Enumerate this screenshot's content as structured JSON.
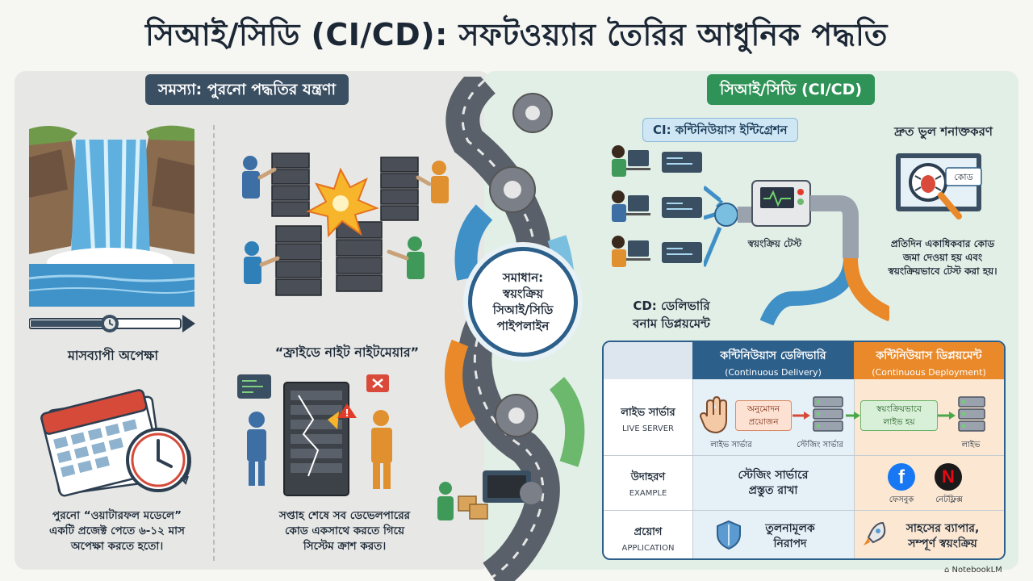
{
  "title": "সিআই/সিডি (CI/CD): সফটওয়্যার তৈরির আধুনিক পদ্ধতি",
  "colors": {
    "primary": "#2c5f8a",
    "accent_green": "#2f9256",
    "accent_orange": "#e9892a",
    "dark": "#3b4f63"
  },
  "problem": {
    "header": "সমস্যা: পুরনো পদ্ধতির যন্ত্রণা",
    "waterfall_label": "মাসব্যাপী অপেক্ষা",
    "waterfall_caption": [
      "পুরনো “ওয়াটারফল মডেলে”",
      "একটি প্রজেক্ট পেতে ৬-১২ মাস",
      "অপেক্ষা করতে হতো।"
    ],
    "friday_title": "“ফ্রাইডে নাইট নাইটমেয়ার”",
    "friday_caption": [
      "সপ্তাহ শেষে সব ডেভেলপারের",
      "কোড একসাথে করতে গিয়ে",
      "সিস্টেম ক্রাশ করত।"
    ]
  },
  "solution": {
    "lines": [
      "সমাধান:",
      "স্বয়ংক্রিয়",
      "সিআই/সিডি",
      "পাইপলাইন"
    ]
  },
  "cicd": {
    "header": "সিআই/সিডি (CI/CD)",
    "ci_label": "CI: কন্টিনিউয়াস ইন্টিগ্রেশন",
    "auto_test": "স্বয়ংক্রিয় টেস্ট",
    "fast_bug_title": "দ্রুত ভুল শনাক্তকরণ",
    "fast_bug_code_label": "কোড",
    "fast_bug_caption": [
      "প্রতিদিন একাধিকবার কোড",
      "জমা দেওয়া হয় এবং",
      "স্বয়ংক্রিয়ভাবে টেস্ট করা হয়।"
    ],
    "cd_label": [
      "CD: ডেলিভারি",
      "বনাম ডিপ্লয়মেন্ট"
    ]
  },
  "table": {
    "col_delivery": {
      "main": "কন্টিনিউয়াস ডেলিভারি",
      "sub": "(Continuous Delivery)"
    },
    "col_deployment": {
      "main": "কন্টিনিউয়াস ডিপ্লয়মেন্ট",
      "sub": "(Continuous Deployment)"
    },
    "rows": [
      {
        "label": "লাইভ সার্ভার",
        "sub": "LIVE SERVER"
      },
      {
        "label": "উদাহরণ",
        "sub": "EXAMPLE"
      },
      {
        "label": "প্রয়োগ",
        "sub": "APPLICATION"
      }
    ],
    "live_delivery": {
      "approval": [
        "অনুমোদন",
        "প্রয়োজন"
      ],
      "left": "লাইভ সার্ভার",
      "right": "স্টেজিং সার্ভার"
    },
    "live_deployment": {
      "auto": [
        "স্বয়ংক্রিয়ভাবে",
        "লাইভ হয়"
      ],
      "right": "লাইভ"
    },
    "example_delivery": [
      "স্টেজিং সার্ভারে",
      "প্রস্তুত রাখা"
    ],
    "example_deployment": {
      "facebook": "ফেসবুক",
      "netflix": "নেটফ্লিক্স"
    },
    "application_delivery": [
      "তুলনামূলক",
      "নিরাপদ"
    ],
    "application_deployment": [
      "সাহসের ব্যাপার,",
      "সম্পূর্ণ স্বয়ংক্রিয়"
    ]
  },
  "footer": "NotebookLM"
}
